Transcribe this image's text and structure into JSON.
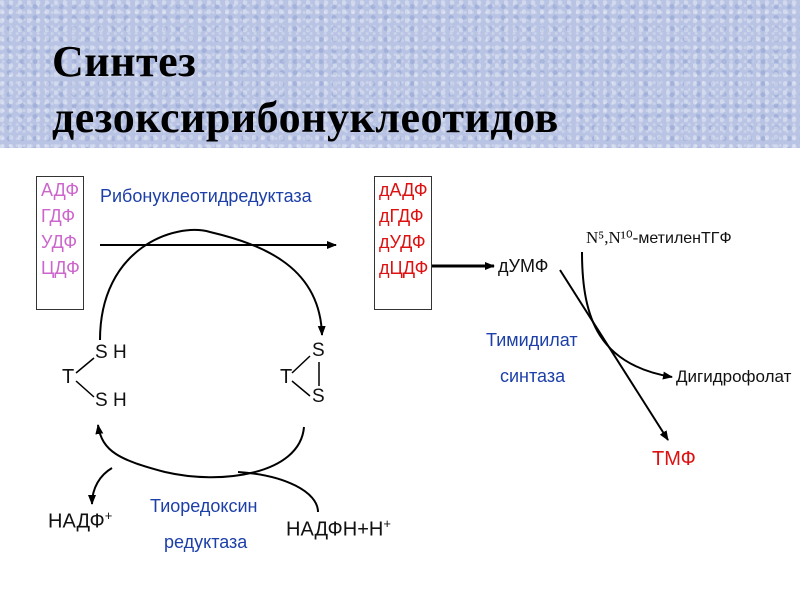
{
  "title": {
    "line1": "Синтез",
    "line2": "дезоксирибонуклеотидов"
  },
  "diagram": {
    "substrates": [
      "АДФ",
      "ГДФ",
      "УДФ",
      "ЦДФ"
    ],
    "products": [
      "дАДФ",
      "дГДФ",
      "дУДФ",
      "дЦДФ"
    ],
    "enzyme_top": "Рибонуклеотидредуктаза",
    "dump": "дУМФ",
    "cofactor": "N⁵,N¹⁰-",
    "cofactor_name": "метиленТГФ",
    "thymidylate_line1": "Тимидилат",
    "thymidylate_line2": "синтаза",
    "dihydrofolate": "Дигидрофолат",
    "tmp": "ТМФ",
    "reduced_T": "T",
    "reduced_S1": "S H",
    "reduced_S2": "S H",
    "oxidized_T": "T",
    "oxidized_S1": "S",
    "oxidized_S2": "S",
    "thioredoxin_line1": "Тиоредоксин",
    "thioredoxin_line2": "редуктаза",
    "nadp": "НАДФ",
    "nadp_charge": "+",
    "nadph": "НАДФН+Н",
    "nadph_charge": "+"
  },
  "colors": {
    "title_band": "#b9c4e4",
    "substrate": "#cc66cc",
    "product": "#dd1111",
    "enzyme": "#1c3fa8",
    "arrow": "#000000"
  }
}
